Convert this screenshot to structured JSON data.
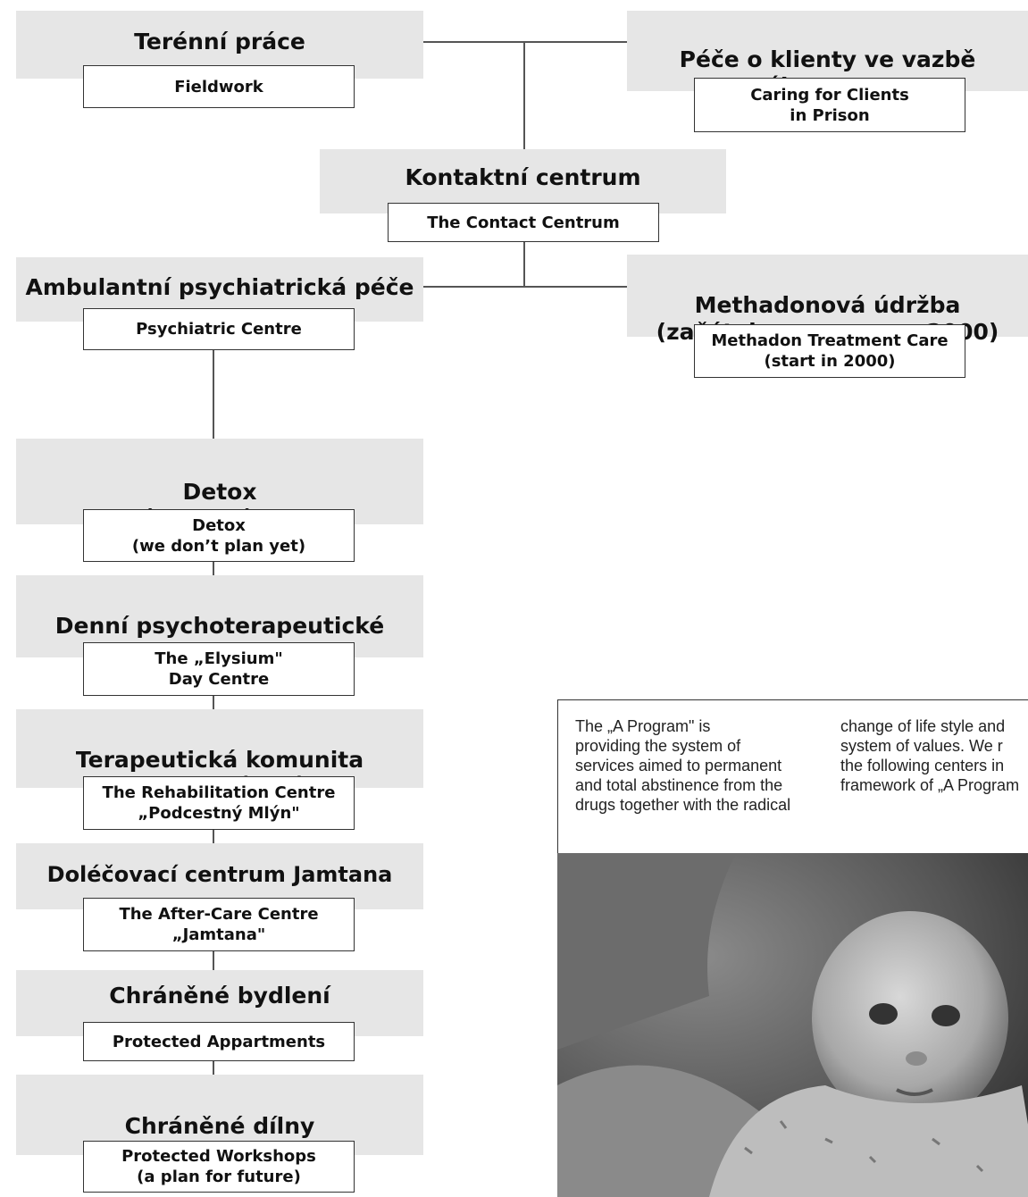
{
  "left_column": [
    {
      "cz": "Terénní práce",
      "en": "Fieldwork"
    },
    {
      "cz": "Ambulantní psychiatrická péče",
      "en": "Psychiatric Centre"
    },
    {
      "cz": "Detox\n(zatím neplánujeme provozovat)",
      "en": "Detox\n(we don’t plan yet)"
    },
    {
      "cz": "Denní psychoterapeutické\nsanatorium Elysium",
      "en": "The „Elysium\"\nDay Centre"
    },
    {
      "cz": "Terapeutická komunita\nPodcestný mlýn",
      "en": "The Rehabilitation Centre\n„Podcestný Mlýn\""
    },
    {
      "cz": "Doléčovací centrum Jamtana",
      "en": "The After-Care Centre\n„Jamtana\""
    },
    {
      "cz": "Chráněné bydlení",
      "en": "Protected Appartments"
    },
    {
      "cz": "Chráněné dílny\n(plán do budoucna)",
      "en": "Protected Workshops\n(a plan for future)"
    }
  ],
  "center": {
    "cz": "Kontaktní centrum",
    "en": "The Contact Centrum"
  },
  "right_column": [
    {
      "cz": "Péče o klienty ve vazbě\na výkonu trestu",
      "en": "Caring for Clients\nin Prison"
    },
    {
      "cz": "Methadonová údržba\n(začátek provozu v r. 2000)",
      "en": "Methadon Treatment Care\n(start in 2000)"
    }
  ],
  "text_card": {
    "col1": "The „A Program\" is\nproviding the system of\nservices aimed to permanent\nand total abstinence from the\ndrugs together with the radical",
    "col2": "change of life style and\nsystem of values. We r\nthe following centers in\nframework of „A Program"
  },
  "colors": {
    "band": "#e6e6e6",
    "line": "#555555",
    "border": "#333333"
  }
}
